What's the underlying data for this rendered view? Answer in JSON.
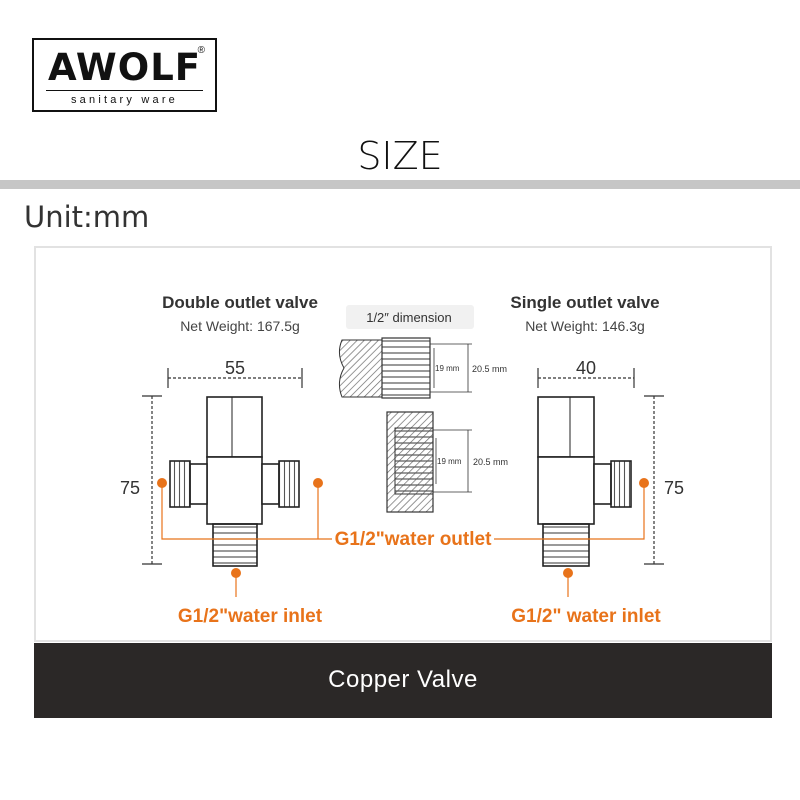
{
  "brand": {
    "name": "AWOLF",
    "registered": "®",
    "tagline": "sanitary ware"
  },
  "heading": "SIZE",
  "unit": "Unit:mm",
  "diagram": {
    "double_valve": {
      "title": "Double outlet valve",
      "weight": "Net Weight: 167.5g",
      "width": "55",
      "height": "75"
    },
    "single_valve": {
      "title": "Single outlet valve",
      "weight": "Net Weight: 146.3g",
      "width": "40",
      "height": "75"
    },
    "thread": {
      "label": "1/2″ dimension",
      "inner": "19 mm",
      "outer": "20.5 mm"
    },
    "outlet_label": "G1/2\"water outlet",
    "inlet_left": "G1/2\"water inlet",
    "inlet_right": "G1/2\" water inlet",
    "accent_color": "#e8731a"
  },
  "banner": {
    "label": "Copper Valve",
    "color": "#2b2827"
  }
}
